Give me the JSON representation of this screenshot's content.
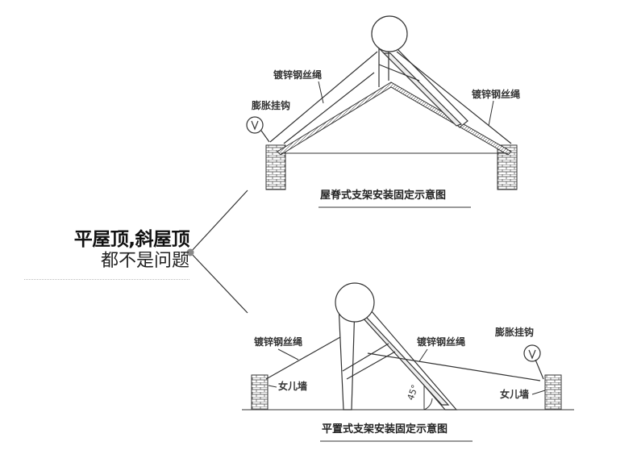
{
  "headline": {
    "line1": "平屋顶,斜屋顶",
    "line2": "都不是问题"
  },
  "top_diagram": {
    "caption": "屋脊式支架安装固定示意图",
    "label_wire_left": "镀锌钢丝绳",
    "label_hook": "膨胀挂钩",
    "label_wire_right": "镀锌钢丝绳"
  },
  "bottom_diagram": {
    "caption": "平置式支架安装固定示意图",
    "label_wire_left": "镀锌钢丝绳",
    "label_wire_middle": "镀锌钢丝绳",
    "label_hook": "膨胀挂钩",
    "label_parapet_left": "女儿墙",
    "label_parapet_right": "女儿墙",
    "angle": "45°"
  },
  "colors": {
    "line": "#333333",
    "node": "#888888"
  }
}
